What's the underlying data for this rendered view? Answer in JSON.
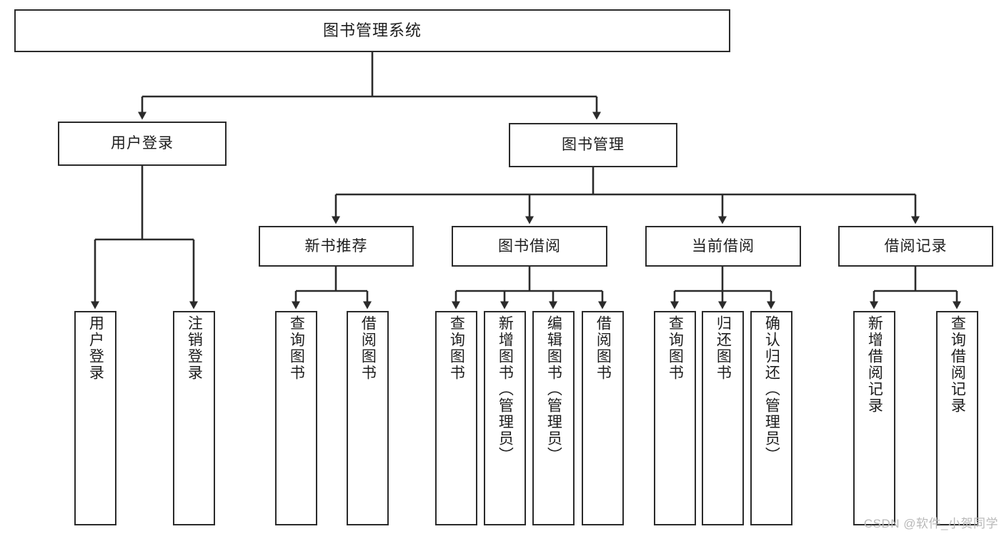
{
  "diagram": {
    "title": "图书管理系统",
    "type": "tree-structure-chart",
    "line_color": "#2b2b2b",
    "box_fill": "#ffffff",
    "text_color": "#1d1d1d",
    "root": {
      "label": "图书管理系统",
      "children": [
        {
          "label": "用户登录",
          "children": [
            {
              "label": "用户登录"
            },
            {
              "label": "注销登录"
            }
          ]
        },
        {
          "label": "图书管理",
          "children": [
            {
              "label": "新书推荐",
              "children": [
                {
                  "label": "查询图书"
                },
                {
                  "label": "借阅图书"
                }
              ]
            },
            {
              "label": "图书借阅",
              "children": [
                {
                  "label": "查询图书"
                },
                {
                  "label": "新增图书（管理员）"
                },
                {
                  "label": "编辑图书（管理员）"
                },
                {
                  "label": "借阅图书"
                }
              ]
            },
            {
              "label": "当前借阅",
              "children": [
                {
                  "label": "查询图书"
                },
                {
                  "label": "归还图书"
                },
                {
                  "label": "确认归还（管理员）"
                }
              ]
            },
            {
              "label": "借阅记录",
              "children": [
                {
                  "label": "新增借阅记录"
                },
                {
                  "label": "查询借阅记录"
                }
              ]
            }
          ]
        }
      ]
    },
    "nodes": {
      "root": "图书管理系统",
      "user_login": "用户登录",
      "book_manage": "图书管理",
      "new_book_rec": "新书推荐",
      "book_borrow": "图书借阅",
      "current_borrow": "当前借阅",
      "borrow_record": "借阅记录",
      "leaf_user_login": "用户登录",
      "leaf_logout": "注销登录",
      "leaf_rec_query": "查询图书",
      "leaf_rec_borrow": "借阅图书",
      "leaf_borrow_query": "查询图书",
      "leaf_borrow_add": "新增图书（管理员）",
      "leaf_borrow_edit": "编辑图书（管理员）",
      "leaf_borrow_do": "借阅图书",
      "leaf_cur_query": "查询图书",
      "leaf_cur_return": "归还图书",
      "leaf_cur_confirm": "确认归还（管理员）",
      "leaf_rec_add": "新增借阅记录",
      "leaf_rec_search": "查询借阅记录"
    }
  },
  "watermark": {
    "text": "CSDN @软件_小贺同学"
  }
}
